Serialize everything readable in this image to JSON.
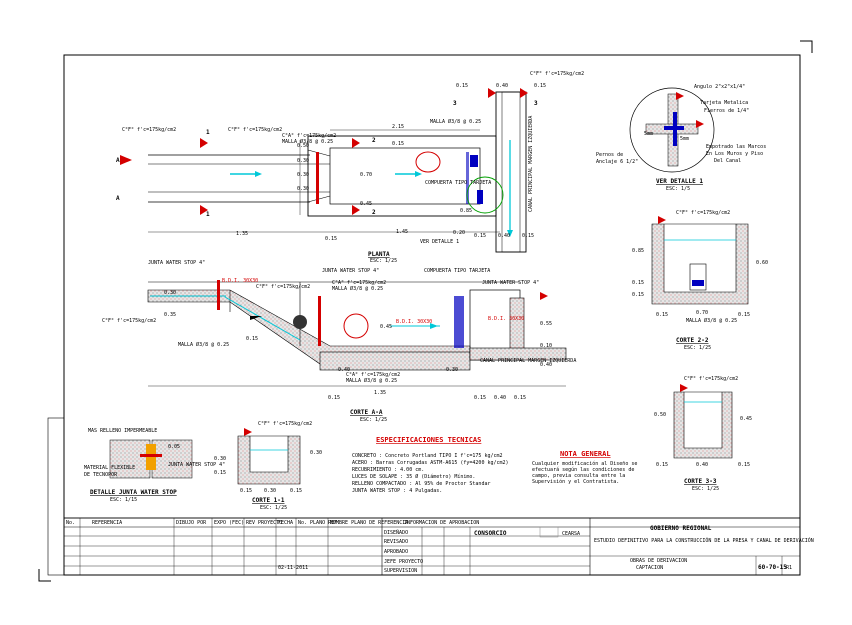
{
  "labels": {
    "l_cfc_pct": "C°F° f'c=175kg/cm2",
    "l_cfc_ll": "C°F° f'c=175kg/cm2",
    "l_cfc_pc": "C°F° f'c=175kg/cm2",
    "l_cfc_pcr": "C°F° f'c=175kg/cm2",
    "l_cac_ll": "C°A° f'c=175kg/cm2",
    "l_malla_ll": "MALLA Ø3/8 @ 0.25",
    "l_malla_r": "MALLA Ø3/8 @ 0.25",
    "l_compuerta": "COMPUERTA TIPO TARJETA",
    "l_detalle1": "VER DETALLE 1",
    "l_canal_v": "CANAL PRINCIPAL MARGEN IZQUIERDA",
    "planta_title": "PLANTA",
    "planta_scale": "ESC: 1/25",
    "l_junta_ws": "JUNTA WATER STOP 4\"",
    "l_bdi": "B.D.I. 30X30",
    "l_junta_ws2": "JUNTA WATER STOP 4\"",
    "l_cac_sec": "C°A° f'c=175kg/cm2",
    "l_malla_sec": "MALLA Ø3/8 @ 0.25",
    "l_compuerta2": "COMPUERTA TIPO TARJETA",
    "l_junta_ws3": "JUNTA WATER STOP 4\"",
    "l_cfc_sec_l": "C°F° f'c=175kg/cm2",
    "l_cfc_sec_top": "C°F° f'c=175kg/cm2",
    "l_malla_sec2": "MALLA Ø3/8 @ 0.25",
    "l_bdi_mid": "B.D.I. 30X30",
    "l_bdi_r": "B.D.I. 30X30",
    "l_canal_sec": "CANAL PRINCIPAL MARGEN IZQUIERDA",
    "l_cac_sec_b": "C°A° f'c=175kg/cm2",
    "l_malla_sec_b": "MALLA Ø3/8 @ 0.25",
    "corte_aa_title": "CORTE A-A",
    "corte_aa_scale": "ESC: 1/25",
    "det1_angulo": "Angulo 2\"x2\"x1/4\"",
    "det1_tarjeta": "Tarjeta Metalica",
    "det1_tarjeta2": "Fierros de 1/4\"",
    "det1_perno": "Pernos de",
    "det1_perno2": "Anclaje 6 1/2\"",
    "det1_emp": "Empotrado las Marcos",
    "det1_emp2": "En Los Muros y Piso",
    "det1_emp3": "Del Canal",
    "det1_5mm": "5mm",
    "det1_5mm2": "5mm",
    "det1_title": "VER DETALLE 1",
    "det1_scale": "ESC: 1/5",
    "c22_cfc": "C°F° f'c=175kg/cm2",
    "c22_malla": "MALLA Ø3/8 @ 0.25",
    "c22_title": "CORTE 2-2",
    "c22_scale": "ESC: 1/25",
    "c33_cfc": "C°F° f'c=175kg/cm2",
    "c33_title": "CORTE 3-3",
    "c33_scale": "ESC: 1/25",
    "c11_cfc": "C°F° f'c=175kg/cm2",
    "c11_title": "CORTE 1-1",
    "c11_scale": "ESC: 1/25",
    "junta_1": "MAS RELLENO IMPERMEABLE",
    "junta_2": "0.05",
    "junta_3": "MATERIAL FLEXIBLE",
    "junta_4": "DE TECNOPOR",
    "junta_5": "JUNTA WATER STOP 4\"",
    "junta_title": "DETALLE JUNTA WATER STOP",
    "junta_scale": "ESC: 1/15",
    "spec_title": "ESPECIFICACIONES TECNICAS",
    "spec_1": "CONCRETO           : Concreto Portland TIPO I f'c=175 kg/cm2",
    "spec_2": "ACERO              : Barras Corrugadas ASTM-A615 (fy=4200 kg/cm2)",
    "spec_3": "RECUBRIMIENTO      : 4.00 cm.",
    "spec_4": "LUCES DE SOLAPE    : 35 Ø (Diámetro) Mínimo.",
    "spec_5": "RELLENO COMPACTADO : Al 95% de Proctor Standar",
    "spec_6": "JUNTA WATER STOP   : 4 Pulgadas.",
    "nota_title": "NOTA GENERAL",
    "nota_1": "Cualquier modificación al Diseño se",
    "nota_2": "efectuará según las condiciones de",
    "nota_3": "campo, previa consulta entre la",
    "nota_4": "Supervisión y el Contratista.",
    "tb_consorcio": "CONSORCIO",
    "tb_logo2": "CEARSA",
    "tb_gobierno": "GOBIERNO REGIONAL",
    "tb_proyecto": "ESTUDIO DEFINITIVO PARA LA CONSTRUCCIÓN DE LA PRESA Y CANAL DE DERIVACIÓN",
    "tb_obras": "OBRAS DE DERIVACION",
    "tb_captacion": "CAPTACION",
    "tb_plano": "60-70-15",
    "tb_rev": "R1",
    "tb_h1": "No.",
    "tb_h2": "REFERENCIA",
    "tb_h3": "DIBUJO POR",
    "tb_h4": "EXPO (FEC)",
    "tb_h5": "REV PROYECTO",
    "tb_h6": "FECHA",
    "tb_h7": "No. PLANO REF.",
    "tb_h8": "NOMBRE PLANO DE REFERENCIA",
    "tb_h9": "INFORMACION DE APROBACION",
    "tb_dibujo": "DISEÑADO",
    "tb_revisado": "REVISADO",
    "tb_aprobado": "APROBADO",
    "tb_jefe": "JEFE PROYECTO",
    "tb_super": "SUPERVISION",
    "tb_fecha": "02-11-2011"
  },
  "dims": {
    "d_cfc_top1": "0.15",
    "d_cfc_top2": "0.40",
    "d_cfc_top3": "0.15",
    "d_215": "2.15",
    "d_015a": "0.15",
    "d_050": "0.50",
    "d_030a": "0.30",
    "d_030b": "0.30",
    "d_030c": "0.30",
    "d_070": "0.70",
    "d_045": "0.45",
    "d_085": "0.85",
    "d_020": "0.20",
    "d_135": "1.35",
    "d_015b": "0.15",
    "d_145": "1.45",
    "d_015c": "0.15",
    "d_040a": "0.40",
    "d_015d": "0.15",
    "s_030a": "0.30",
    "s_035": "0.35",
    "s_015": "0.15",
    "s_045": "0.45",
    "s_040": "0.40",
    "s_030b": "0.30",
    "s_040b": "0.40",
    "s_055": "0.55",
    "s_010": "0.10",
    "s_0165": "0.15",
    "s_020": "0.20",
    "s_135": "1.35",
    "s_015b": "0.15",
    "s_015c": "0.15",
    "s_040c": "0.40",
    "s_015d": "0.15",
    "s_045b": "0.45",
    "s_045c": "0.45",
    "c22_w1": "0.15",
    "c22_w2": "0.70",
    "c22_w3": "0.15",
    "c22_h1": "0.85",
    "c22_h2": "0.15",
    "c22_h3": "0.15",
    "c22_h4": "0.60",
    "c33_w1": "0.15",
    "c33_w2": "0.40",
    "c33_w3": "0.15",
    "c33_h1": "0.50",
    "c33_h2": "0.45",
    "c11_w1": "0.15",
    "c11_w2": "0.30",
    "c11_w3": "0.15",
    "c11_h1": "0.30",
    "c11_h2": "0.15",
    "c11_h3": "0.30"
  },
  "section_marks": {
    "a_left": "A",
    "a_right": "A",
    "one_top": "1",
    "one_bot": "1",
    "two_top": "2",
    "two_bot": "2",
    "three_l": "3",
    "three_r": "3"
  },
  "colors": {
    "line": "#000000",
    "annotation": "#d40000",
    "concrete_fill": "#d8d8d8",
    "water": "#00c8d8",
    "section_blue": "#0000c0"
  }
}
